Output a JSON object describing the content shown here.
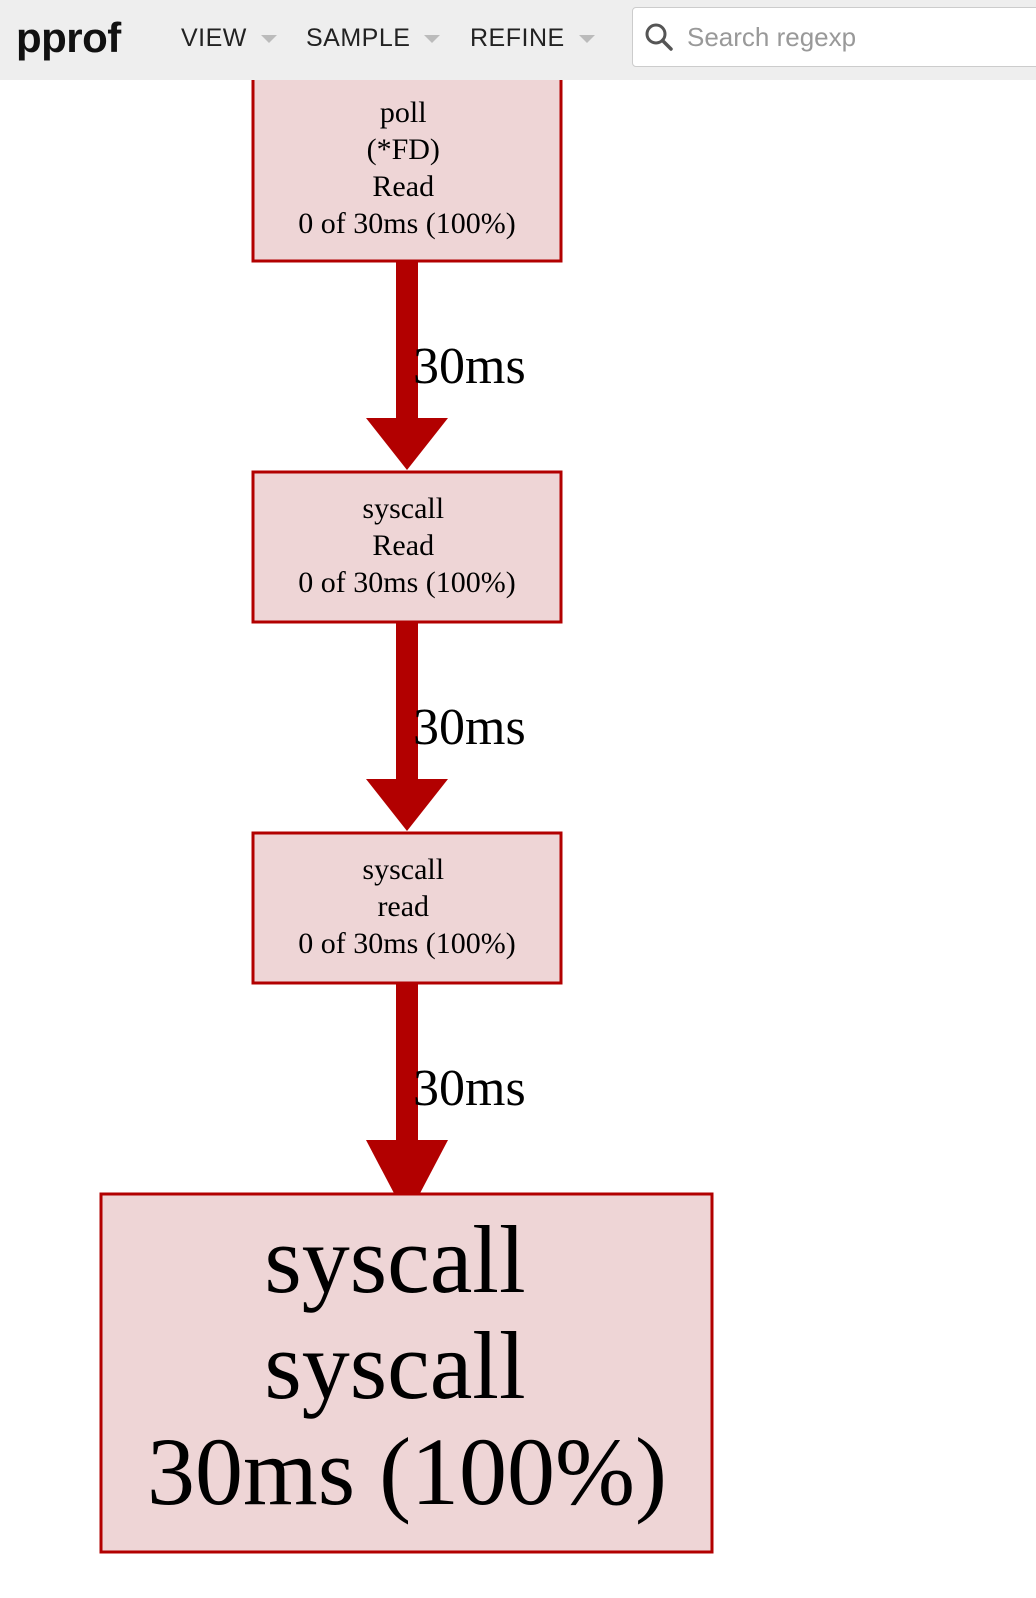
{
  "header": {
    "title": "pprof",
    "menus": [
      {
        "label": "VIEW"
      },
      {
        "label": "SAMPLE"
      },
      {
        "label": "REFINE"
      }
    ],
    "search": {
      "placeholder": "Search regexp",
      "value": ""
    }
  },
  "graph": {
    "nodes": [
      {
        "lines": [
          "poll",
          "(*FD)",
          "Read",
          "0 of 30ms (100%)"
        ]
      },
      {
        "lines": [
          "syscall",
          "Read",
          "0 of 30ms (100%)"
        ]
      },
      {
        "lines": [
          "syscall",
          "read",
          "0 of 30ms (100%)"
        ]
      },
      {
        "lines": [
          "syscall",
          "syscall",
          "30ms (100%)"
        ]
      }
    ],
    "edges": [
      {
        "label": "30ms"
      },
      {
        "label": "30ms"
      },
      {
        "label": "30ms"
      }
    ]
  },
  "colors": {
    "node_fill": "#eed5d6",
    "node_border": "#b20000",
    "edge": "#b20000",
    "header_bg": "#eeeeee"
  }
}
